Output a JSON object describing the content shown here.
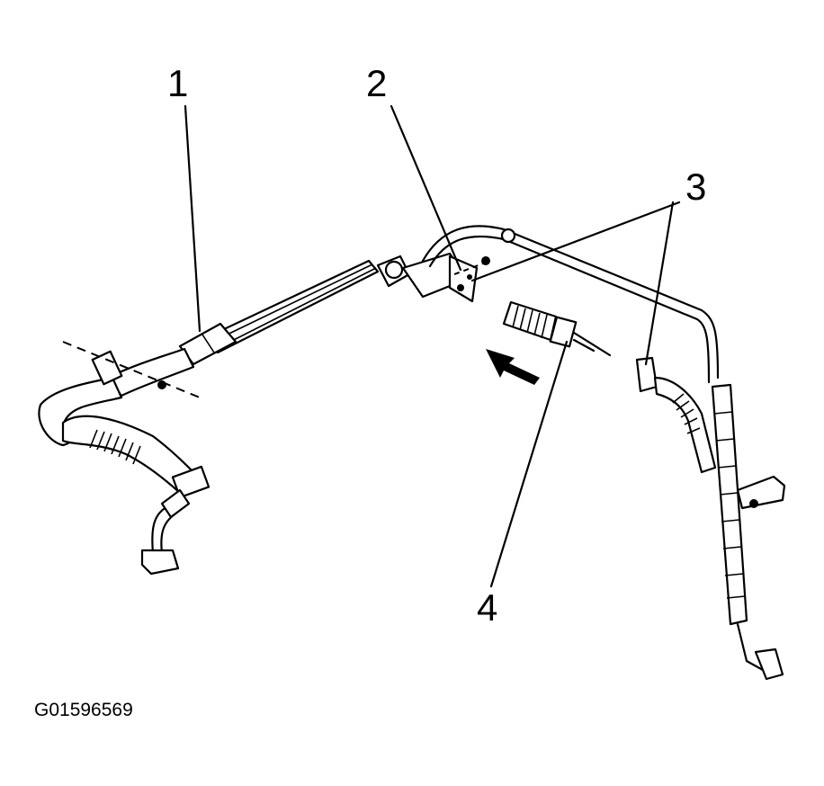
{
  "callouts": {
    "c1": "1",
    "c2": "2",
    "c3": "3",
    "c4": "4"
  },
  "figure_id": "G01596569",
  "icons": [
    "direction-arrow-icon"
  ]
}
